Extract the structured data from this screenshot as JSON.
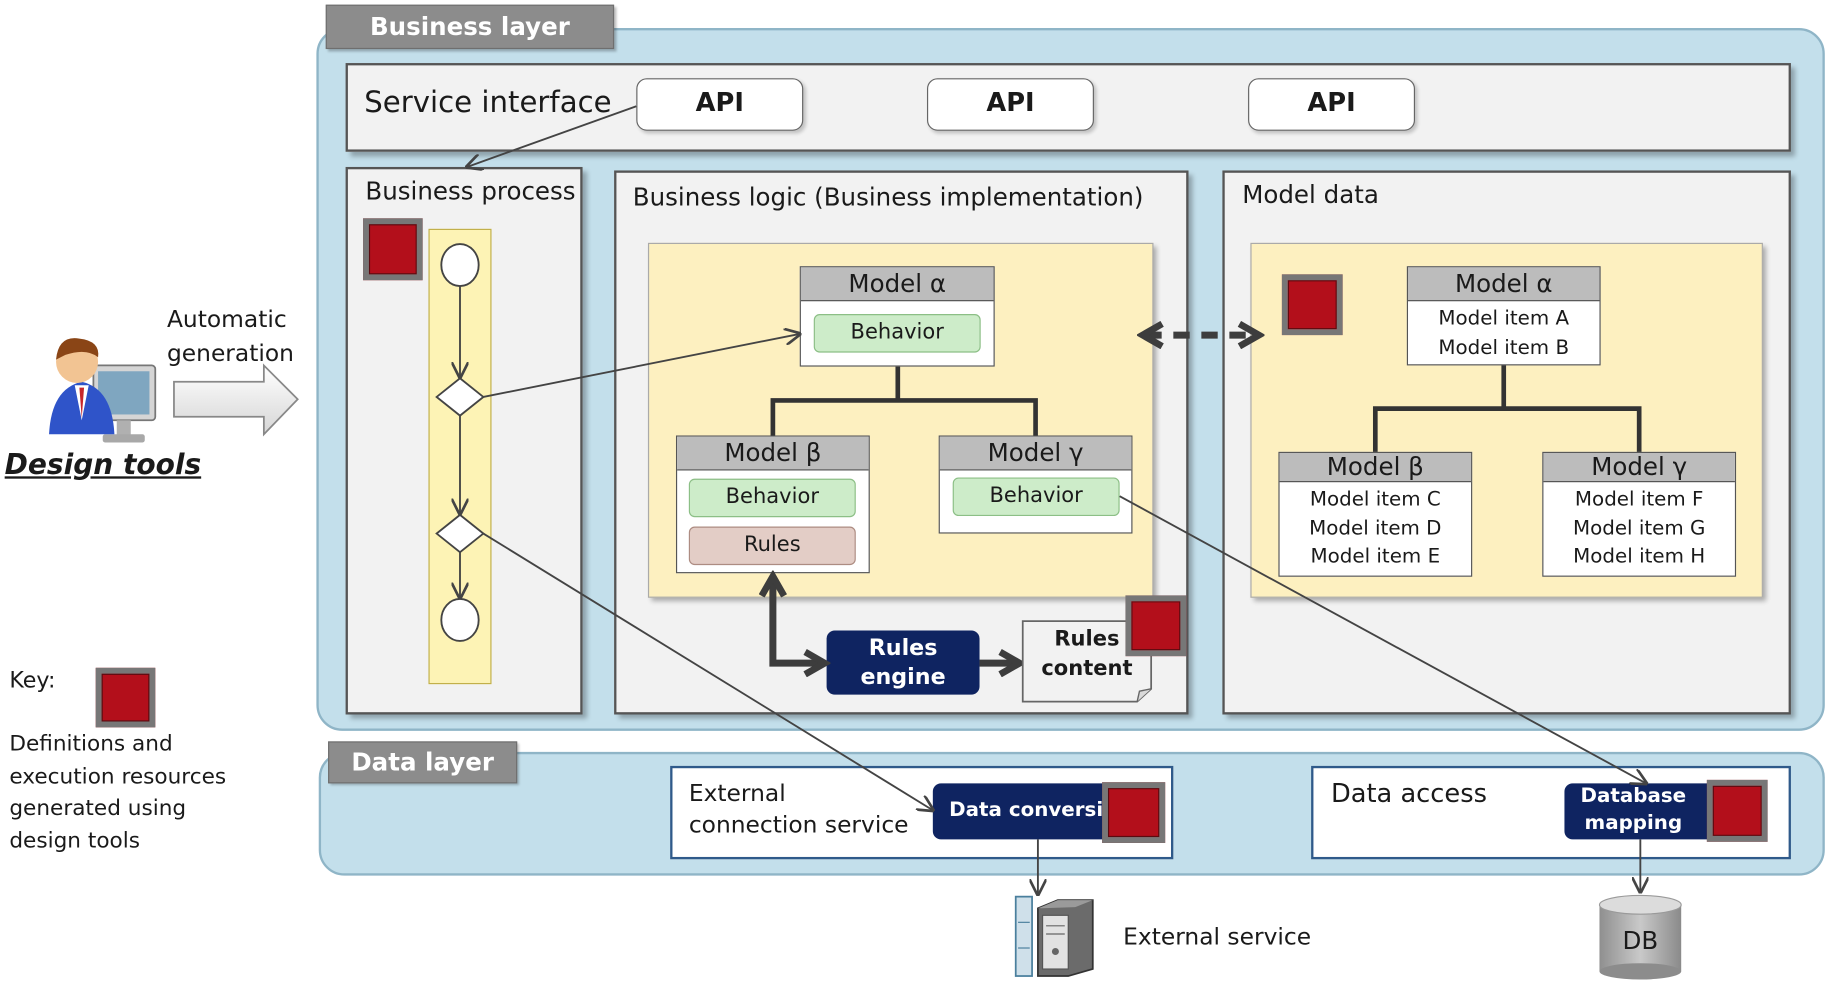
{
  "business_layer": {
    "title": "Business layer",
    "service_interface": {
      "label": "Service interface",
      "api_buttons": [
        "API",
        "API",
        "API"
      ]
    },
    "business_process": {
      "label": "Business process"
    },
    "business_logic": {
      "label": "Business logic (Business implementation)",
      "model_alpha": {
        "name": "Model α",
        "behavior": "Behavior"
      },
      "model_beta": {
        "name": "Model β",
        "behavior": "Behavior",
        "rules": "Rules"
      },
      "model_gamma": {
        "name": "Model γ",
        "behavior": "Behavior"
      },
      "rules_engine": "Rules engine",
      "rules_content": "Rules content"
    },
    "model_data": {
      "label": "Model data",
      "model_alpha": {
        "name": "Model α",
        "items": [
          "Model item A",
          "Model item B"
        ]
      },
      "model_beta": {
        "name": "Model β",
        "items": [
          "Model item C",
          "Model item D",
          "Model item E"
        ]
      },
      "model_gamma": {
        "name": "Model γ",
        "items": [
          "Model item F",
          "Model item G",
          "Model item H"
        ]
      }
    }
  },
  "data_layer": {
    "title": "Data layer",
    "external_connection": {
      "label": "External connection service",
      "data_conversion": "Data conversio"
    },
    "data_access": {
      "label": "Data access",
      "database_mapping": "Database mapping"
    }
  },
  "external_service": {
    "label": "External service"
  },
  "db": {
    "label": "DB"
  },
  "design_tools": {
    "label": "Design tools",
    "automatic_generation": "Automatic generation"
  },
  "key": {
    "label": "Key:",
    "description": "Definitions and execution resources generated using design tools"
  },
  "colors": {
    "layer_fill": "#c3dfeb",
    "panel_fill": "#f2f2f2",
    "model_area_fill": "#fdf0c0",
    "behavior_fill": "#cdecc9",
    "rules_fill": "#e3cdc6",
    "navy": "#0f2461",
    "marker_red": "#b30f1b"
  }
}
